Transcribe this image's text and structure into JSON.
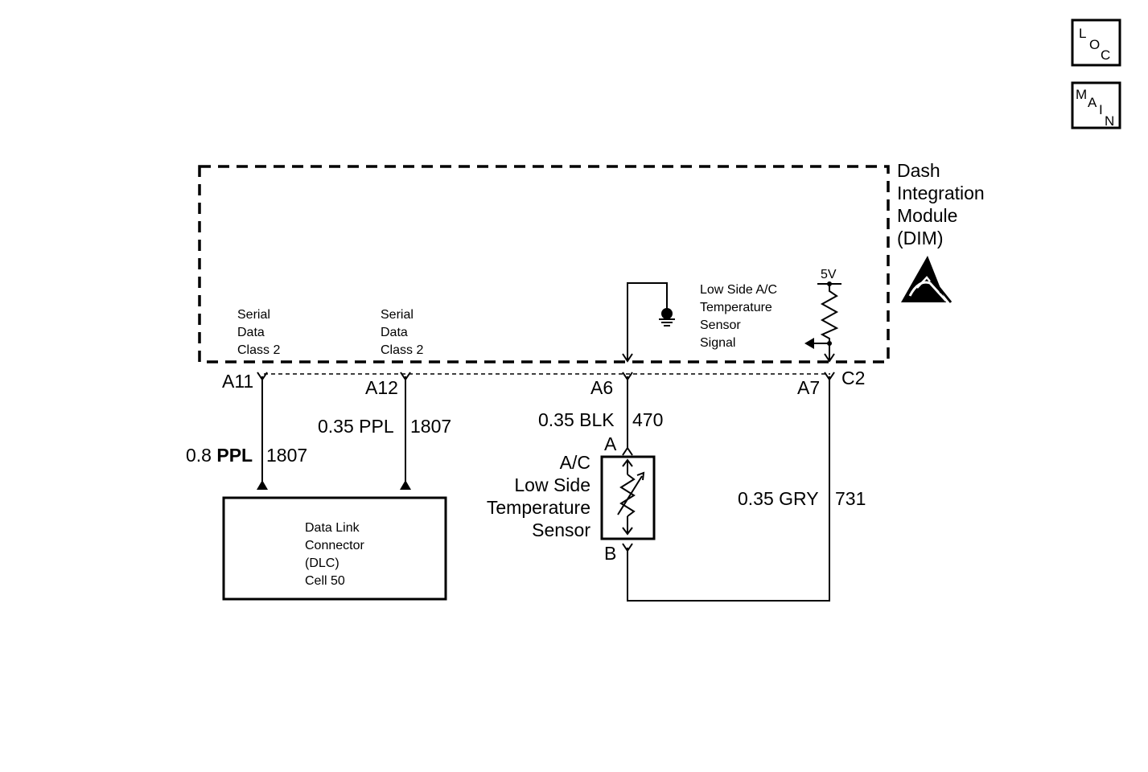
{
  "nav": {
    "loc_letters": [
      "L",
      "O",
      "C"
    ],
    "main_letters": [
      "M",
      "A",
      "I",
      "N"
    ]
  },
  "module": {
    "name_lines": [
      "Dash",
      "Integration",
      "Module",
      "(DIM)"
    ],
    "esd_icon": "esd-warning-icon",
    "serial_data_1": [
      "Serial",
      "Data",
      "Class 2"
    ],
    "serial_data_2": [
      "Serial",
      "Data",
      "Class 2"
    ],
    "signal_lines": [
      "Low Side A/C",
      "Temperature",
      "Sensor",
      "Signal"
    ],
    "supply_voltage": "5V",
    "connector": "C2"
  },
  "pins": {
    "a11": "A11",
    "a12": "A12",
    "a6": "A6",
    "a7": "A7"
  },
  "wires": {
    "w1_size": "0.8",
    "w1_color": "PPL",
    "w1_circuit": "1807",
    "w2_label": "0.35 PPL",
    "w2_circuit": "1807",
    "w3_label": "0.35 BLK",
    "w3_circuit": "470",
    "w4_label": "0.35 GRY",
    "w4_circuit": "731"
  },
  "sensor": {
    "name_lines": [
      "A/C",
      "Low Side",
      "Temperature",
      "Sensor"
    ],
    "pin_a": "A",
    "pin_b": "B"
  },
  "dlc": {
    "lines": [
      "Data Link",
      "Connector",
      "(DLC)",
      "Cell 50"
    ]
  }
}
